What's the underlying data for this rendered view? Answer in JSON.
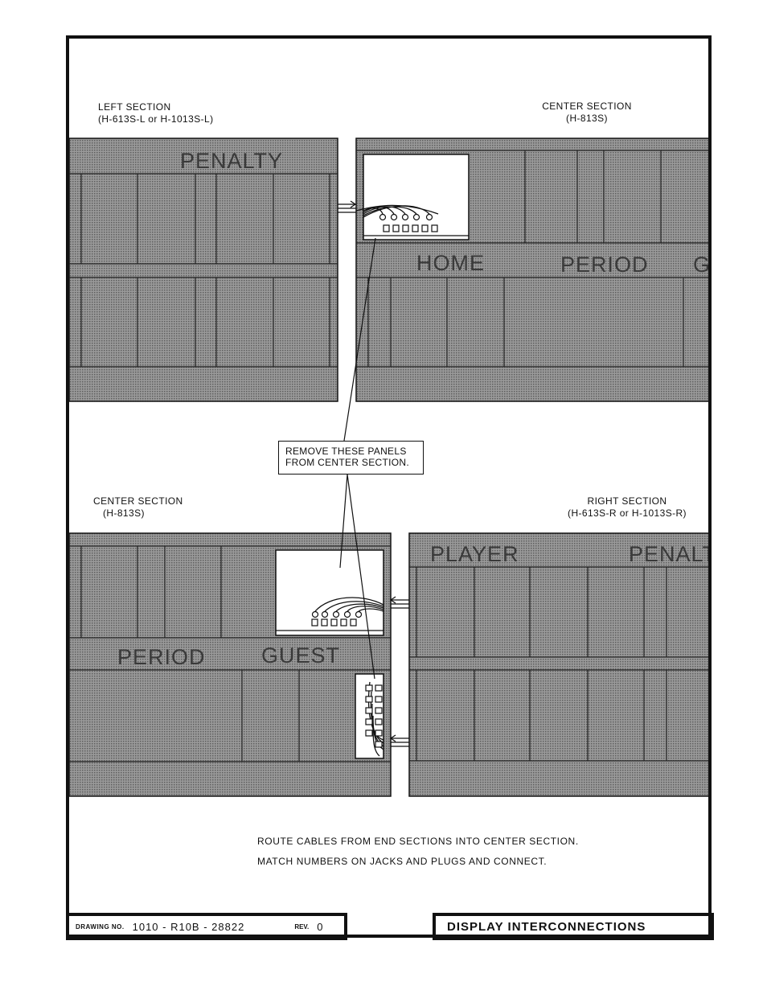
{
  "top": {
    "left_section": {
      "line1": "LEFT SECTION",
      "line2": "(H-613S-L  or  H-1013S-L)",
      "panel_label": "PENALTY"
    },
    "center_section": {
      "line1": "CENTER  SECTION",
      "line2": "(H-813S)",
      "labels": [
        "HOME",
        "PERIOD",
        "G"
      ]
    }
  },
  "callout": {
    "line1": "REMOVE  THESE  PANELS",
    "line2": "FROM  CENTER  SECTION."
  },
  "bottom": {
    "center_section": {
      "line1": "CENTER  SECTION",
      "line2": "(H-813S)",
      "labels": [
        "PERIOD",
        "GUEST"
      ]
    },
    "right_section": {
      "line1": "RIGHT  SECTION",
      "line2": "(H-613S-R  or  H-1013S-R)",
      "labels": [
        "PLAYER",
        "PENALT"
      ]
    }
  },
  "notes": [
    "ROUTE  CABLES  FROM  END  SECTIONS  INTO  CENTER  SECTION.",
    "MATCH  NUMBERS  ON  JACKS  AND  PLUGS  AND  CONNECT."
  ],
  "title_block": {
    "drawing_no_label": "DRAWING NO.",
    "drawing_no": "1010 - R10B - 28822",
    "rev_label": "REV.",
    "rev": "0",
    "title": "DISPLAY  INTERCONNECTIONS"
  }
}
